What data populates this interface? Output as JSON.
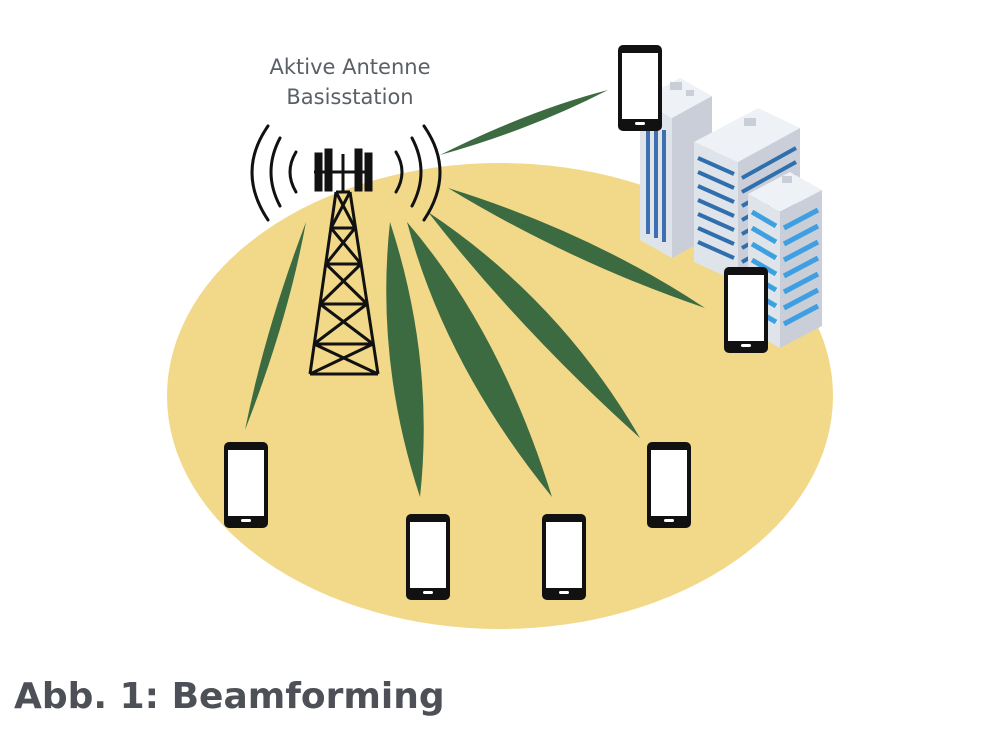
{
  "diagram": {
    "antenna_label_line1": "Aktive Antenne",
    "antenna_label_line2": "Basisstation",
    "caption": "Abb. 1: Beamforming"
  },
  "colors": {
    "coverage_area": "#f2d98a",
    "beam": "#3d6b41",
    "tower": "#111111",
    "building_blue": "#3e8fd6",
    "building_gray": "#dfe3ea",
    "text": "#5b6066"
  },
  "icons": [
    "cell-tower-icon",
    "smartphone-icon",
    "office-buildings-icon",
    "radio-waves-icon"
  ]
}
